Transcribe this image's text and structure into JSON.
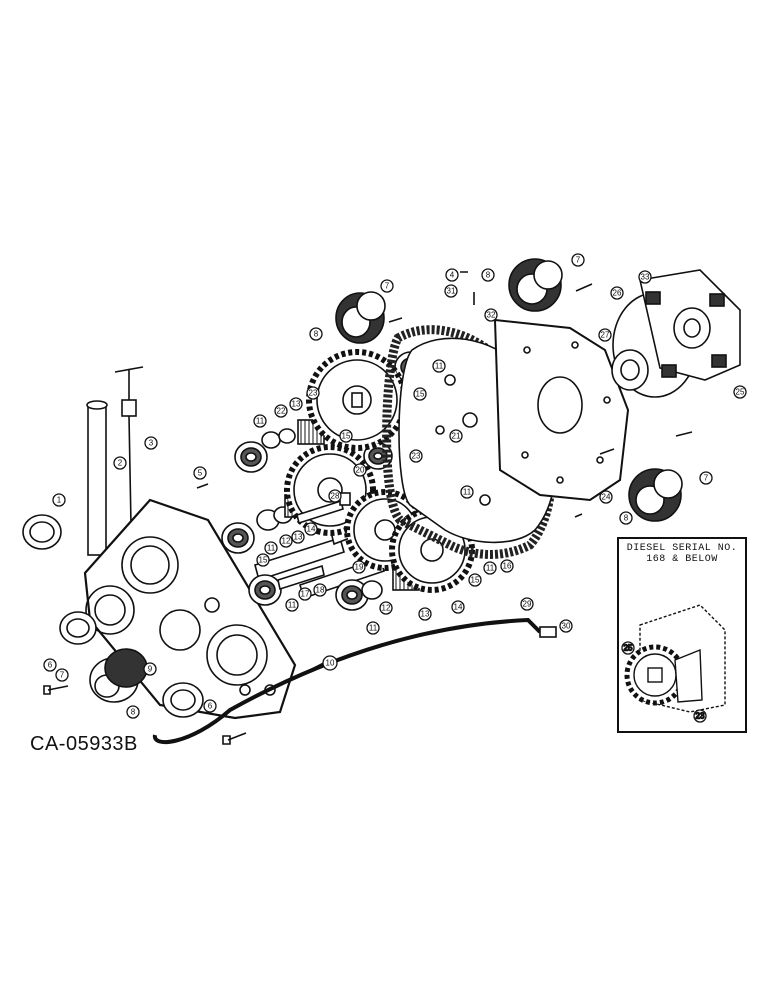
{
  "drawing_id": "CA-05933B",
  "inset": {
    "caption_line1": "DIESEL SERIAL NO.",
    "caption_line2": "168 & BELOW",
    "callouts": [
      "25",
      "23"
    ]
  },
  "callouts": [
    "1",
    "2",
    "3",
    "4",
    "5",
    "6",
    "7",
    "8",
    "9",
    "10",
    "11",
    "12",
    "13",
    "14",
    "15",
    "16",
    "17",
    "18",
    "19",
    "20",
    "21",
    "22",
    "23",
    "24",
    "25",
    "26",
    "27",
    "28",
    "29",
    "30",
    "31",
    "32",
    "33"
  ]
}
